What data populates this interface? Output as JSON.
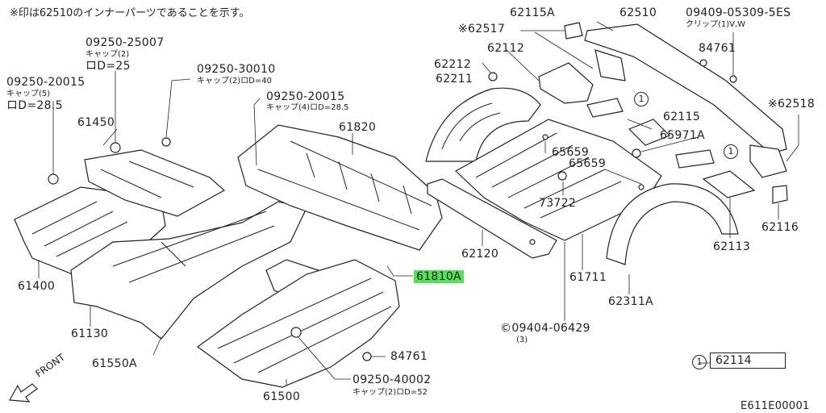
{
  "note": "※印は62510のインナーパーツであることを示す。",
  "labels": {
    "p09250_25007": "09250-25007",
    "p09250_25007_sub": "キャップ(2)",
    "p09250_25007_dia": "ロD=25",
    "p09250_30010": "09250-30010",
    "p09250_30010_sub": "キャップ(2)ロD=40",
    "p09250_20015a": "09250-20015",
    "p09250_20015a_sub": "キャップ(5)",
    "p09250_20015a_dia": "ロD=28.5",
    "p09250_20015b": "09250-20015",
    "p09250_20015b_sub": "キャップ(4)ロD=28.5",
    "p61450": "61450",
    "p61820": "61820",
    "p61400": "61400",
    "p61130": "61130",
    "p61550A": "61550A",
    "p61500": "61500",
    "p84761a": "84761",
    "p09250_40002": "09250-40002",
    "p09250_40002_sub": "キャップ(2)ロD=52",
    "p61810A": "61810A",
    "p62517": "※62517",
    "p62115A": "62115A",
    "p62510": "62510",
    "p09409_05309": "09409-05309-5ES",
    "p09409_sub": "クリップ(1)V,W",
    "p84761b": "84761",
    "p62112": "62112",
    "p62212": "62212",
    "p62211": "62211",
    "p62518": "※62518",
    "p62115": "62115",
    "p65971A": "65971A",
    "p65659a": "65659",
    "p65659b": "65659",
    "p73722": "73722",
    "p62120": "62120",
    "p61711": "61711",
    "p62311A": "62311A",
    "p62113": "62113",
    "p62116": "62116",
    "p09404_06429": "09404-06429",
    "p09404_sub": "(3)",
    "p09404_sym": "©",
    "legend_circle": "1",
    "legend_part": "62114",
    "front": "FRONT",
    "diagram_id": "E611E00001"
  },
  "colors": {
    "highlight": "#55e055",
    "line": "#222222"
  }
}
